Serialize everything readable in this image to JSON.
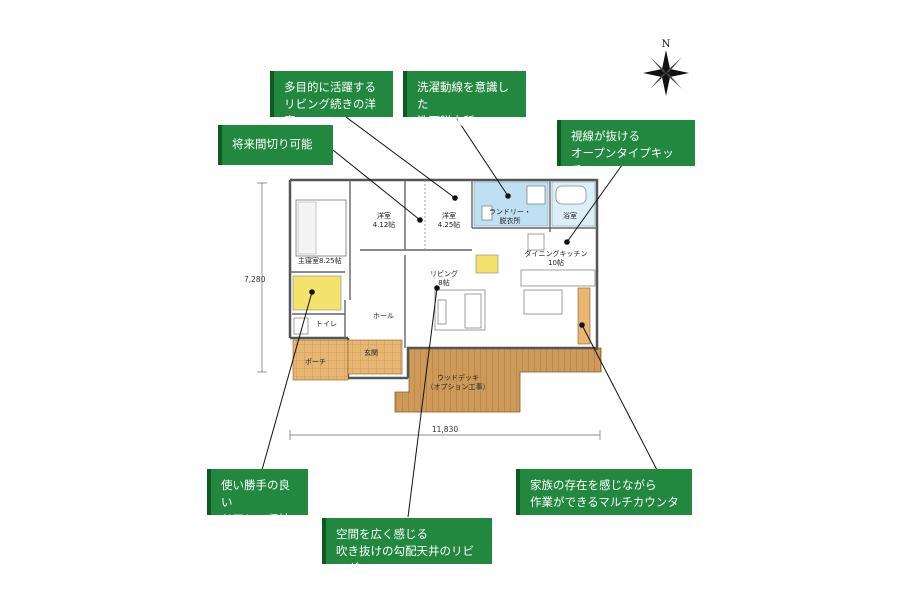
{
  "compass": {
    "label": "N"
  },
  "dimensions": {
    "depth": "7,280",
    "width": "11,830"
  },
  "rooms": {
    "master": "主寝室8.25帖",
    "western1": "洋室\n4.12帖",
    "western2": "洋室\n4.25帖",
    "laundry": "ランドリー・\n脱衣所",
    "bath": "浴室",
    "dining": "ダイニングキッチン\n10帖",
    "living": "リビング\n8帖",
    "hall": "ホール",
    "toilet": "トイレ",
    "entrance": "玄関",
    "porch": "ポーチ",
    "deck": "ウッドデッキ\n（オプション工事）"
  },
  "callouts": {
    "c1": "多目的に活躍する\nリビング続きの洋室",
    "c2": "洗濯動線を意識した\n洗面脱衣所",
    "c3": "視線が抜ける\nオープンタイプキッチン",
    "c4": "将来間切り可能",
    "c5": "使い勝手の良い\nドアレス収納",
    "c6": "空間を広く感じる\n吹き抜けの勾配天井のリビング",
    "c7": "家族の存在を感じながら\n作業ができるマルチカウンター"
  },
  "colors": {
    "callout": "#22883f",
    "deck": "#cd9a5a",
    "tile": "#e8b673",
    "storage": "#f3e26b",
    "water": "#bfe0f2"
  }
}
